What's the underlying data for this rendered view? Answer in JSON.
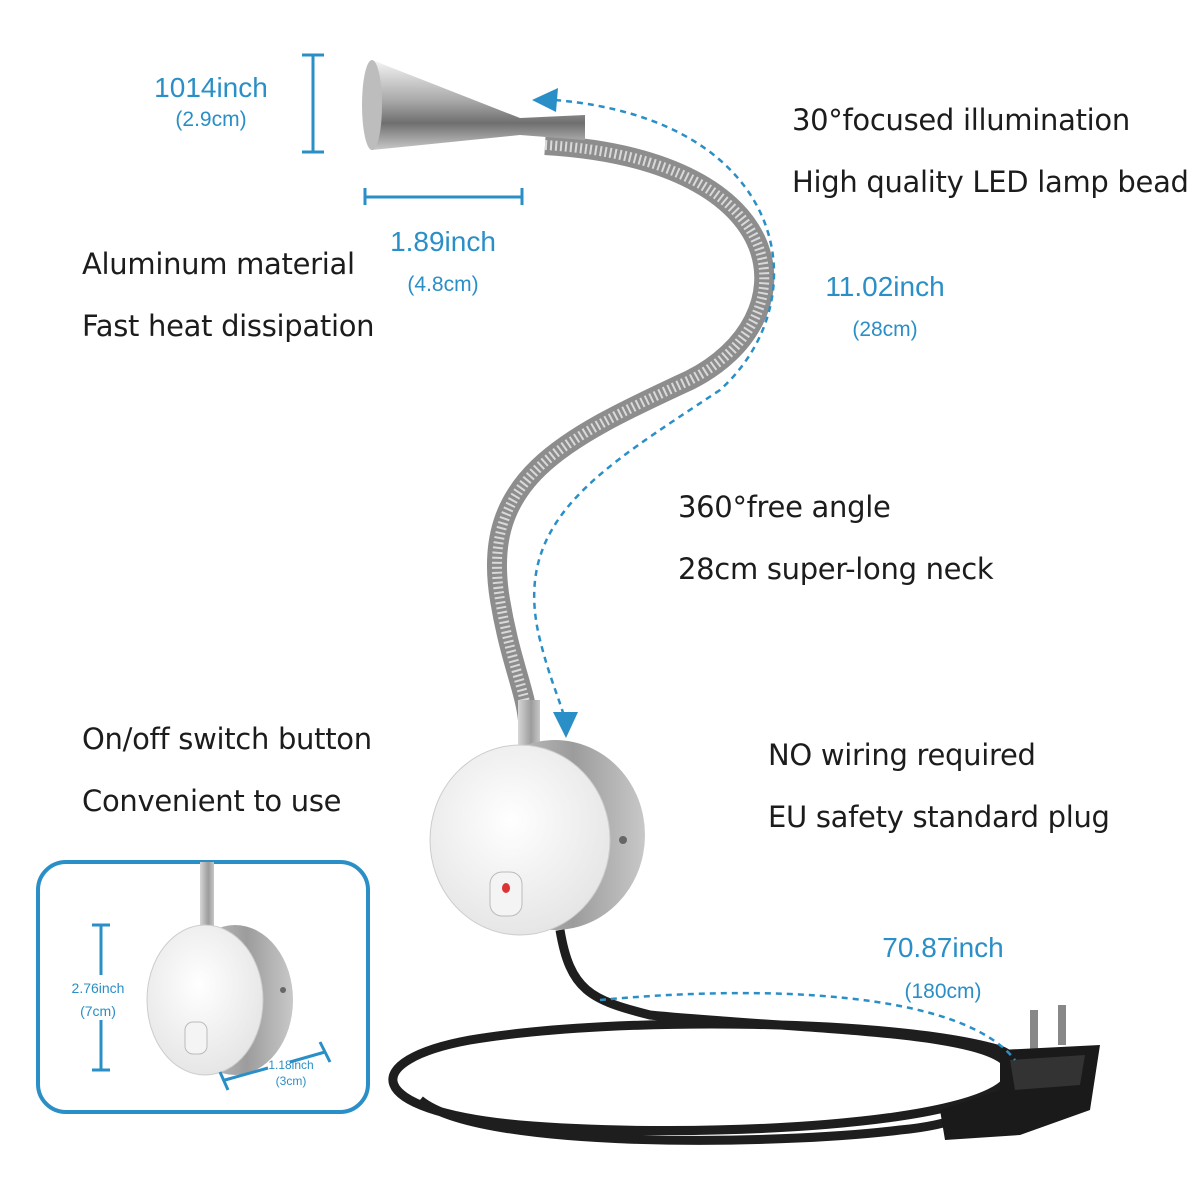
{
  "features": {
    "illumination": [
      "30°focused illumination",
      "High quality LED lamp bead"
    ],
    "material": [
      "Aluminum material",
      "Fast heat dissipation"
    ],
    "angle": [
      "360°free angle",
      "28cm super-long neck"
    ],
    "switch": [
      "On/off switch button",
      "Convenient to use"
    ],
    "plug": [
      "NO wiring required",
      "EU safety standard plug"
    ]
  },
  "dimensions": {
    "head_diameter": {
      "inch": "1014inch",
      "cm": "(2.9cm)"
    },
    "head_length": {
      "inch": "1.89inch",
      "cm": "(4.8cm)"
    },
    "neck_length": {
      "inch": "11.02inch",
      "cm": "(28cm)"
    },
    "cable_length": {
      "inch": "70.87inch",
      "cm": "(180cm)"
    },
    "base_diameter": {
      "inch": "2.76inch",
      "cm": "(7cm)"
    },
    "base_depth": {
      "inch": "1.18inch",
      "cm": "(3cm)"
    }
  },
  "colors": {
    "accent": "#2a8fc6",
    "text": "#1c1c1c"
  }
}
